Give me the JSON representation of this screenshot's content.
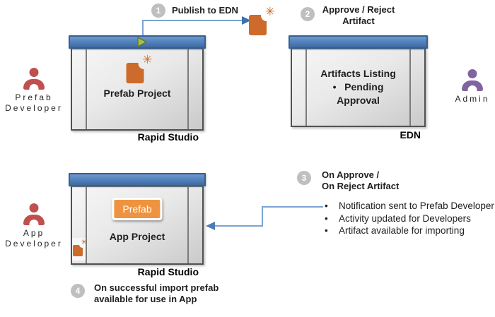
{
  "colors": {
    "titlebar_blue": "#4E80BC",
    "window_border": "#515151",
    "accent_orange": "#CC6B2B",
    "badge_orange": "#EE9440",
    "person_red": "#C0504D",
    "person_purple": "#8064A2",
    "step_circle_gray": "#BFBFBF",
    "arrow_blue": "#7BA3D4",
    "background": "#FFFFFF"
  },
  "icons": {
    "artifact_star": "✳",
    "play_icon": "triangle-right",
    "person_icon": "head-and-torso"
  },
  "actors": {
    "prefab_dev": {
      "line1": "Prefab",
      "line2": "Developer"
    },
    "admin": {
      "line1": "Admin"
    },
    "app_dev": {
      "line1": "App",
      "line2": "Developer"
    }
  },
  "windows": {
    "rapid_studio_top": {
      "content": "Prefab Project",
      "caption": "Rapid Studio"
    },
    "edn": {
      "line1": "Artifacts Listing",
      "line2": "•   Pending",
      "line3": "Approval",
      "caption": "EDN"
    },
    "rapid_studio_bottom": {
      "badge": "Prefab",
      "content": "App Project",
      "caption": "Rapid Studio"
    }
  },
  "steps": {
    "s1": {
      "number": "1",
      "text": "Publish to EDN"
    },
    "s2": {
      "number": "2",
      "line1": "Approve / Reject",
      "line2": "Artifact"
    },
    "s3": {
      "number": "3",
      "line1": "On Approve /",
      "line2": "On Reject Artifact"
    },
    "s4": {
      "number": "4",
      "line1": "On successful import prefab",
      "line2": "available for use in App"
    }
  },
  "bullets": {
    "glyph": "•",
    "items": [
      "Notification sent to Prefab Developer",
      "Activity updated for Developers",
      "Artifact available for importing"
    ]
  }
}
